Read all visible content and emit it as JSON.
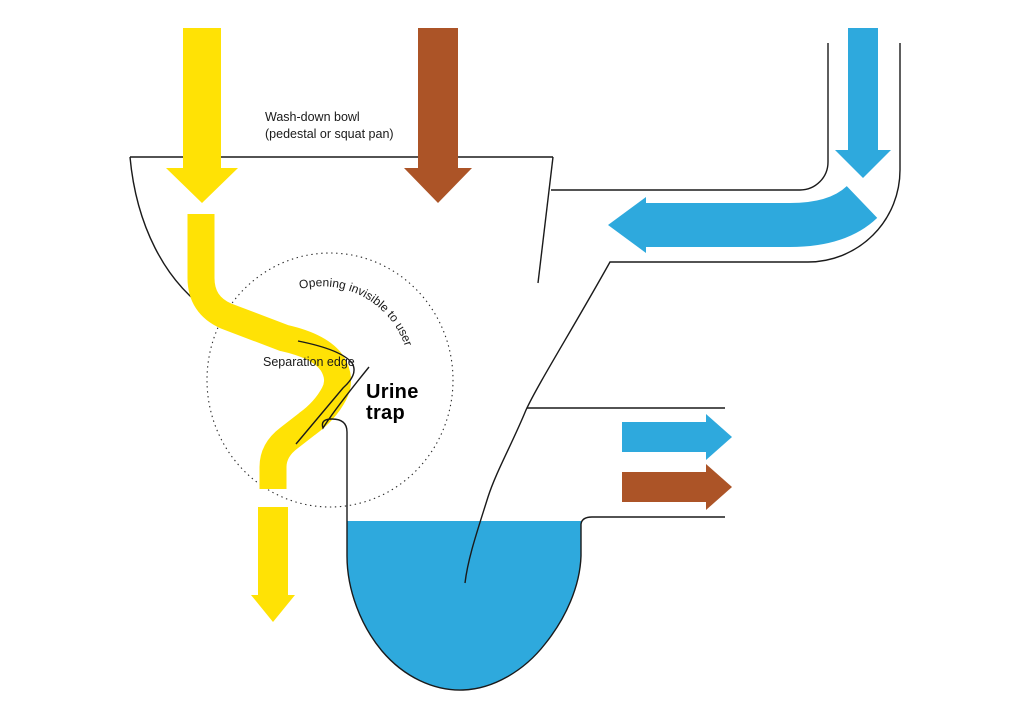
{
  "diagram": {
    "labels": {
      "bowl_line1": "Wash-down bowl",
      "bowl_line2": "(pedestal or squat pan)",
      "opening": "Opening invisible to user",
      "separation_edge": "Separation edge",
      "urine_trap_line1": "Urine",
      "urine_trap_line2": "trap"
    },
    "colors": {
      "urine_yellow": "#FFE205",
      "water_blue": "#2EA9DD",
      "feces_brown": "#AC5427",
      "outline_black": "#1A1A1A"
    }
  }
}
